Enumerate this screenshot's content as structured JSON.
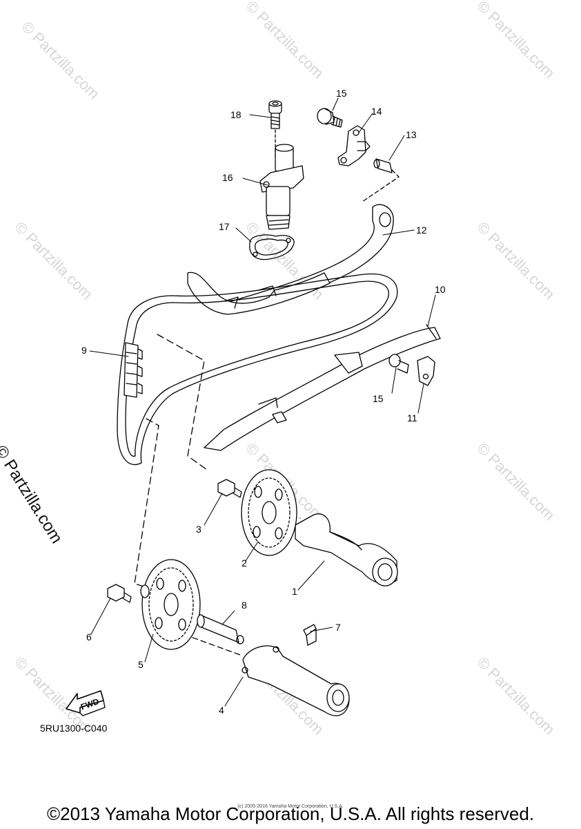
{
  "diagram": {
    "diagram_code": "5RU1300-C040",
    "copyright": "©2013 Yamaha Motor Corporation, U.S.A. All rights reserved.",
    "copyright_small": "(c) 2005-2016 Yamaha Motor Corporation, U.S.A.",
    "fwd_label": "FWD",
    "side_watermark": "© Partzilla.com",
    "watermark": "© Partzilla.com",
    "callouts": [
      {
        "id": "c1",
        "text": "1"
      },
      {
        "id": "c2",
        "text": "2"
      },
      {
        "id": "c3",
        "text": "3"
      },
      {
        "id": "c4",
        "text": "4"
      },
      {
        "id": "c5",
        "text": "5"
      },
      {
        "id": "c6",
        "text": "6"
      },
      {
        "id": "c7",
        "text": "7"
      },
      {
        "id": "c8",
        "text": "8"
      },
      {
        "id": "c9",
        "text": "9"
      },
      {
        "id": "c10",
        "text": "10"
      },
      {
        "id": "c11",
        "text": "11"
      },
      {
        "id": "c12",
        "text": "12"
      },
      {
        "id": "c13",
        "text": "13"
      },
      {
        "id": "c14",
        "text": "14"
      },
      {
        "id": "c15a",
        "text": "15"
      },
      {
        "id": "c15b",
        "text": "15"
      },
      {
        "id": "c16",
        "text": "16"
      },
      {
        "id": "c17",
        "text": "17"
      },
      {
        "id": "c18",
        "text": "18"
      }
    ]
  }
}
